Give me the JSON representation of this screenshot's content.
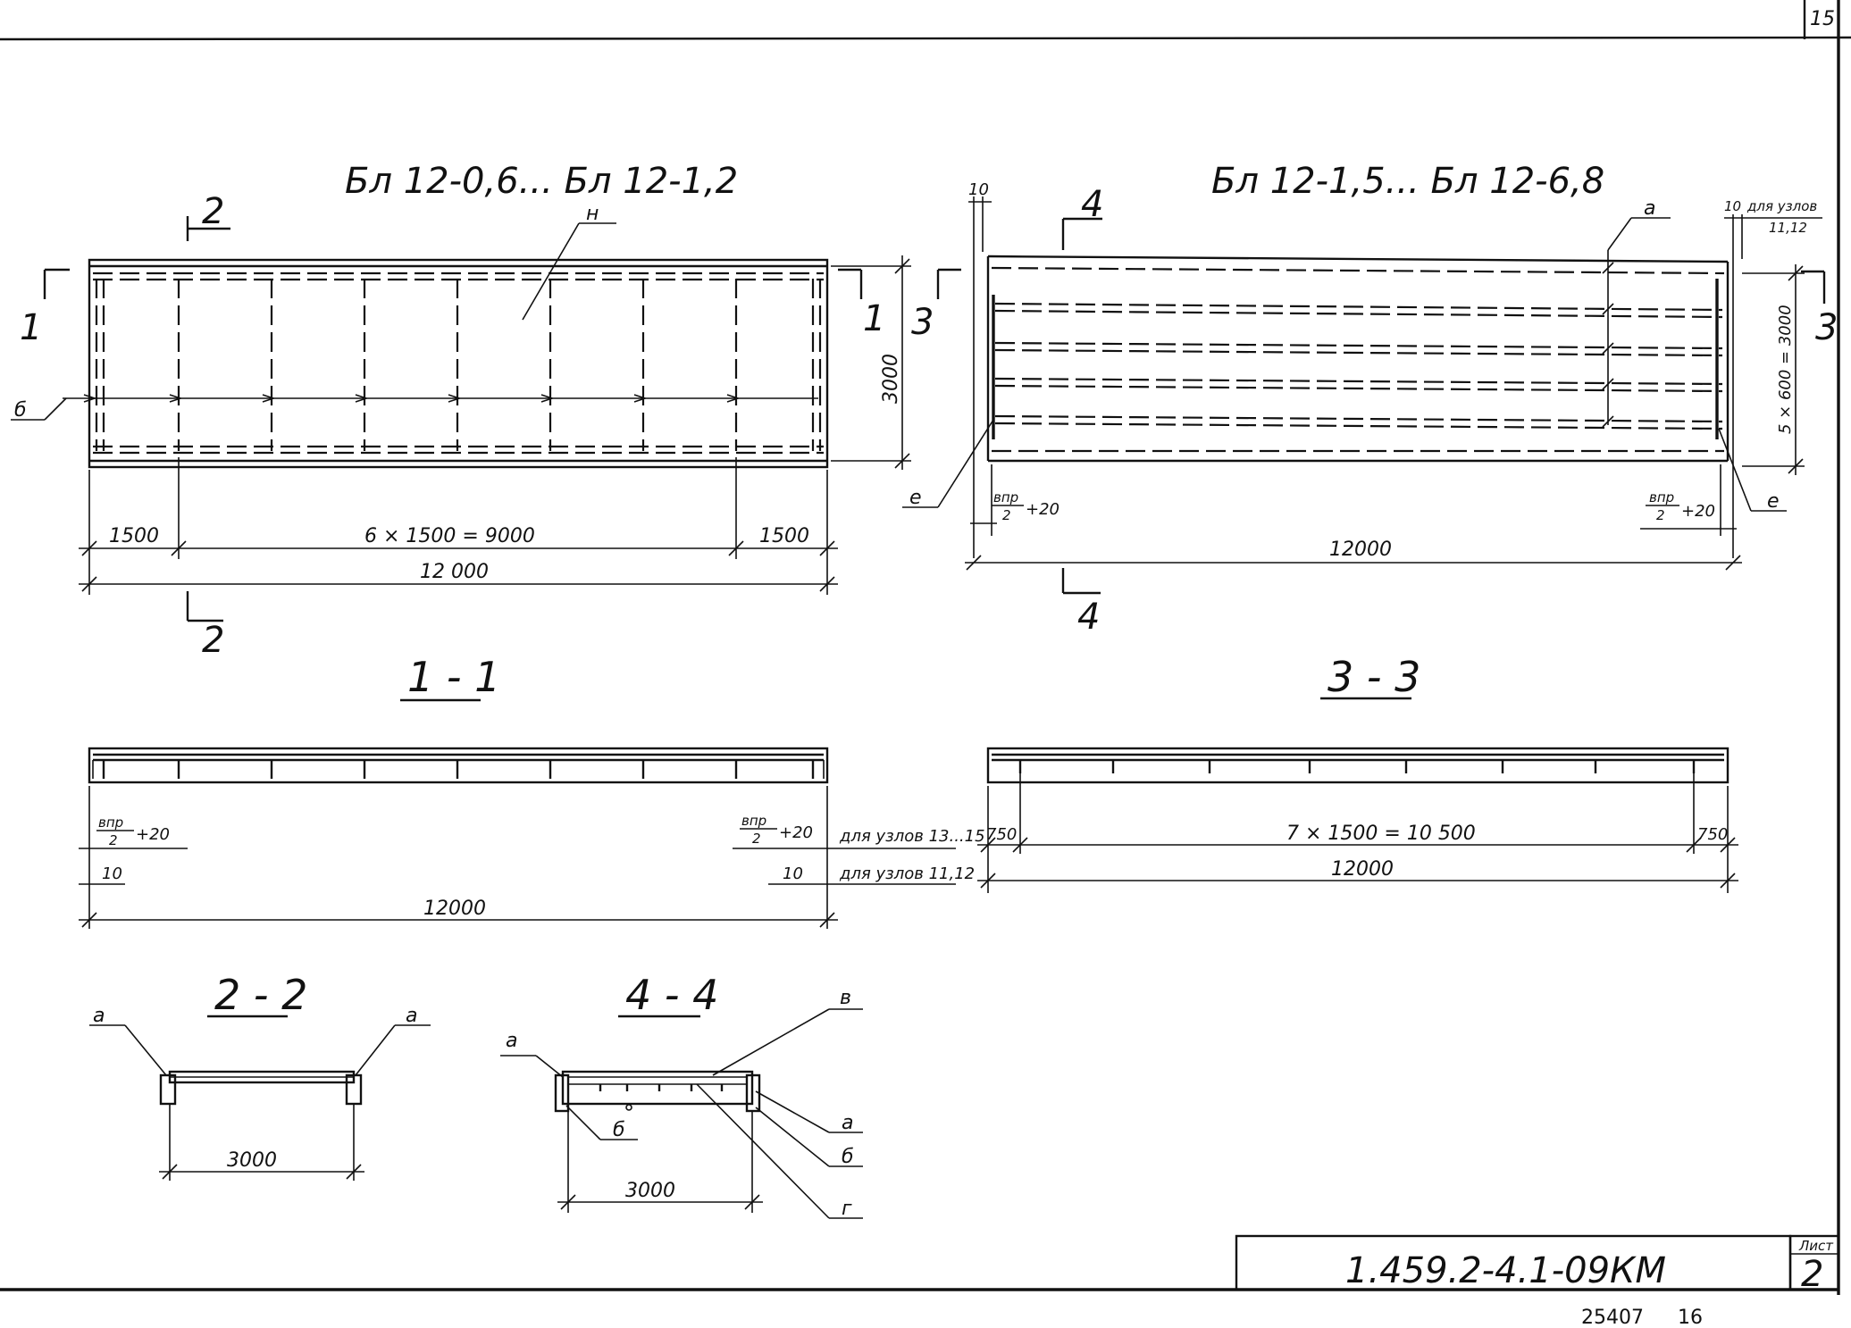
{
  "sheet": {
    "corner_number": "15",
    "designation": "1.459.2-4.1-09КМ",
    "sheet_label": "Лист",
    "sheet_number": "2",
    "archive_number": "25407",
    "archive_suffix": "16"
  },
  "view_left": {
    "title": "Бл 12-0,6... Бл 12-1,2",
    "cut_marks": [
      "1",
      "1",
      "2",
      "2"
    ],
    "leader_n": "н",
    "leader_b": "б",
    "dim_height": "3000",
    "dim_left": "1500",
    "dim_mid": "6 × 1500 = 9000",
    "dim_right": "1500",
    "dim_total": "12 000"
  },
  "view_right": {
    "title": "Бл 12-1,5... Бл 12-6,8",
    "cut_marks": [
      "3",
      "3",
      "4",
      "4"
    ],
    "leader_a": "а",
    "leader_e_left": "е",
    "leader_e_right": "е",
    "dim_10_left": "10",
    "dim_10_right": "10",
    "note_nodes": "для узлов",
    "note_nodes_nums": "11,12",
    "dim_height": "5 × 600 = 3000",
    "dim_bpr_num": "впр",
    "dim_bpr_den": "2",
    "dim_bpr_add": "+20",
    "dim_total": "12000"
  },
  "section_1_1": {
    "title": "1 - 1",
    "bpr_num": "впр",
    "bpr_den": "2",
    "bpr_add": "+20",
    "dim_10": "10",
    "note_13_15": "для узлов 13...15",
    "note_11_12": "для узлов 11,12",
    "dim_total": "12000"
  },
  "section_3_3": {
    "title": "3 - 3",
    "dim_left": "750",
    "dim_mid": "7 × 1500 = 10 500",
    "dim_right": "750",
    "dim_total": "12000"
  },
  "section_2_2": {
    "title": "2 - 2",
    "leader_a_left": "а",
    "leader_a_right": "а",
    "dim_width": "3000"
  },
  "section_4_4": {
    "title": "4 - 4",
    "leader_a_left": "а",
    "leader_v": "в",
    "leader_b_left": "б",
    "leader_a_right": "а",
    "leader_b_right": "б",
    "leader_g": "г",
    "dim_width": "3000"
  }
}
